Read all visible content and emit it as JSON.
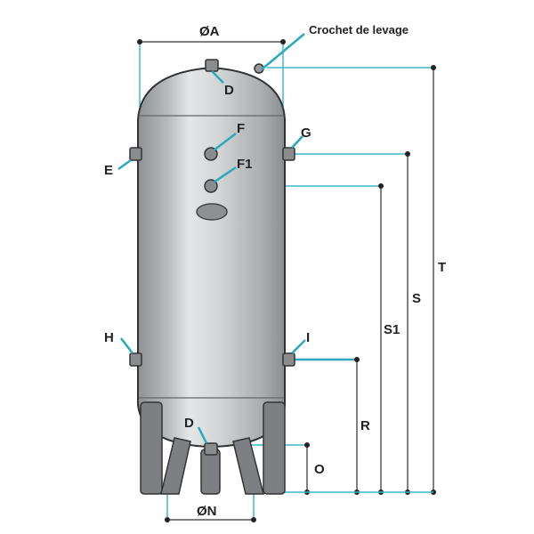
{
  "diagram": {
    "title_labels": {
      "diameter_a": "ØA",
      "lifting_hook": "Crochet de levage",
      "diameter_n": "ØN"
    },
    "fittings": {
      "d_top": "D",
      "d_bottom": "D",
      "e": "E",
      "f": "F",
      "f1": "F1",
      "g": "G",
      "h": "H",
      "i": "I"
    },
    "dimensions": {
      "t": "T",
      "s": "S",
      "s1": "S1",
      "r": "R",
      "o": "O"
    },
    "colors": {
      "leader": "#2aa9bd",
      "tank": "#b9bcbf",
      "outline": "#333333"
    }
  }
}
